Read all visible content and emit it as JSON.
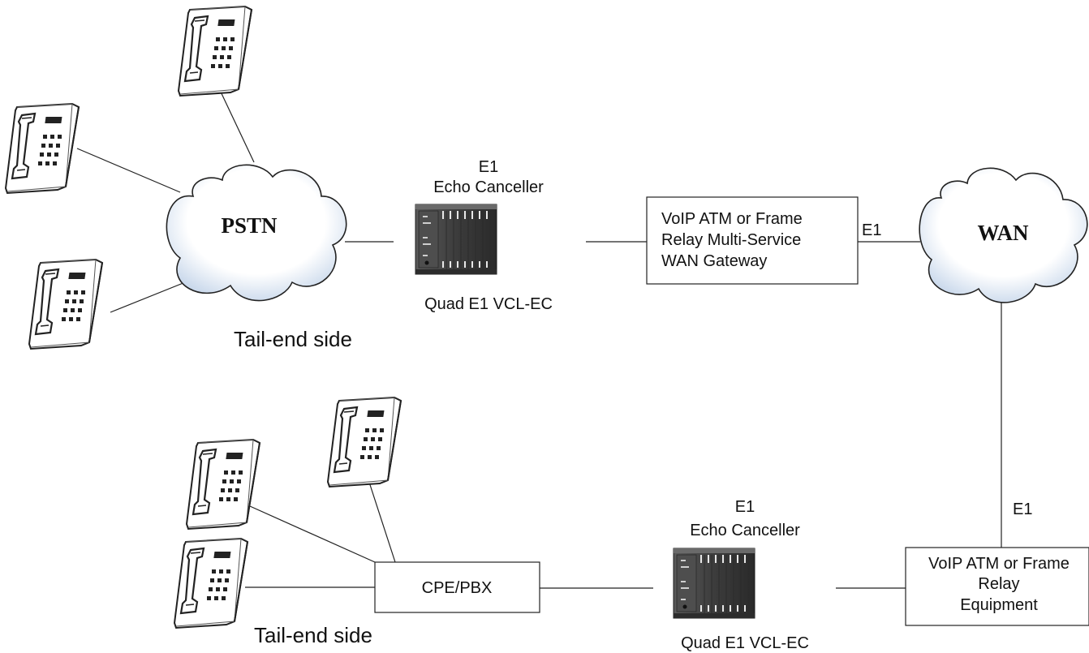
{
  "clouds": {
    "pstn": "PSTN",
    "wan": "WAN"
  },
  "top_echo_canceller": {
    "title_line1": "E1",
    "title_line2": "Echo Canceller",
    "caption": "Quad E1 VCL-EC"
  },
  "bottom_echo_canceller": {
    "title_line1": "E1",
    "title_line2": "Echo Canceller",
    "caption": "Quad E1 VCL-EC"
  },
  "gateway_box": {
    "line1": "VoIP ATM  or Frame",
    "line2": "Relay Multi-Service",
    "line3": "WAN Gateway"
  },
  "equipment_box": {
    "line1": "VoIP ATM or Frame",
    "line2": "Relay",
    "line3": "Equipment"
  },
  "pbx_box": {
    "label": "CPE/PBX"
  },
  "link_labels": {
    "gateway_to_wan": "E1",
    "wan_to_equipment": "E1"
  },
  "side_labels": {
    "top": "Tail-end side",
    "bottom": "Tail-end side"
  },
  "colors": {
    "cloud_fill": "#ffffff",
    "cloud_shade": "#c6d6ea",
    "line": "#222222",
    "device_dark": "#3a3a3a"
  }
}
